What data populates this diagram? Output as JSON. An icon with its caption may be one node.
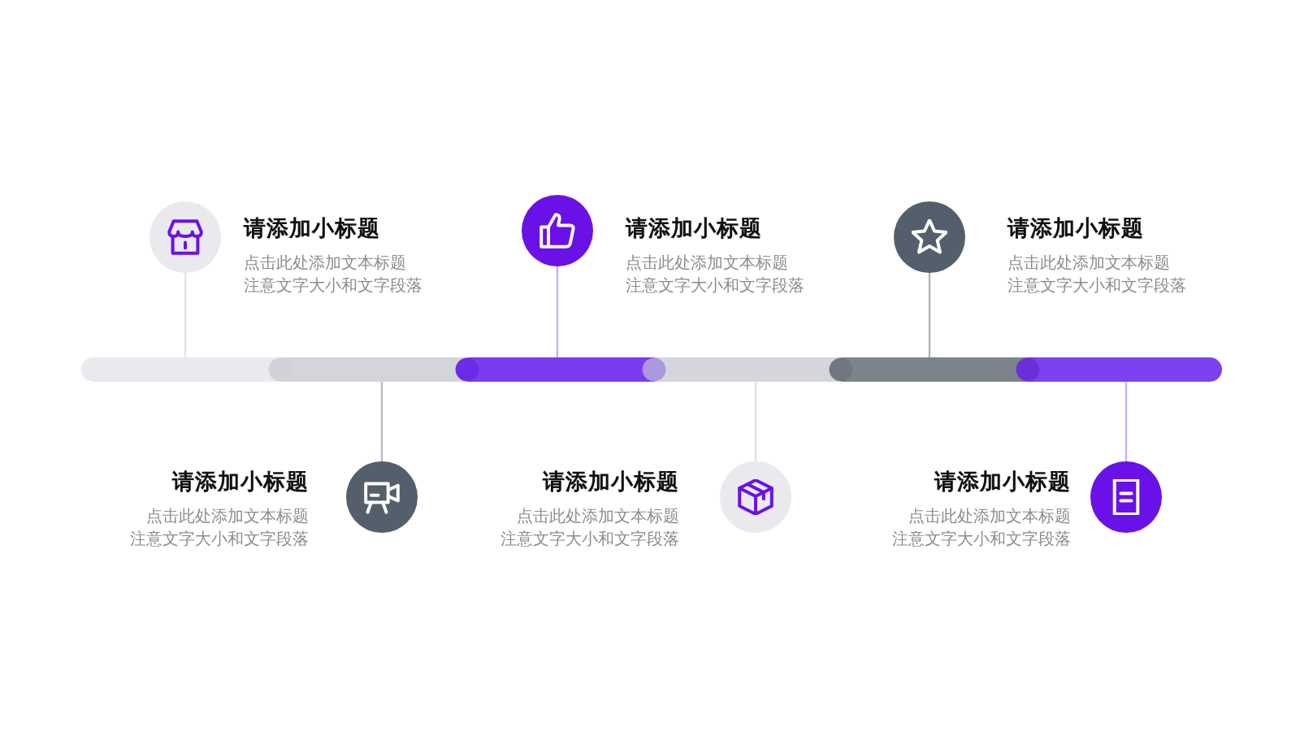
{
  "diagram": {
    "nodes": [
      {
        "text": [],
        "shape": "circle",
        "beside": [
          "请添加小标题",
          "点击此处添加文本标题",
          "注意文字大小和文字段落"
        ]
      },
      {
        "text": [],
        "shape": "circle",
        "beside": [
          "请添加小标题",
          "点击此处添加文本标题",
          "注意文字大小和文字段落"
        ]
      },
      {
        "text": [],
        "shape": "circle",
        "beside": [
          "请添加小标题",
          "点击此处添加文本标题",
          "注意文字大小和文字段落"
        ]
      },
      {
        "text": [],
        "shape": "bar"
      },
      {
        "text": [],
        "shape": "bar"
      },
      {
        "text": [],
        "shape": "bar"
      },
      {
        "text": [],
        "shape": "bar"
      },
      {
        "text": [],
        "shape": "bar"
      },
      {
        "text": [],
        "shape": "bar"
      },
      {
        "text": [],
        "shape": "circle",
        "beside": [
          "请添加小标题",
          "点击此处添加文本标题",
          "注意文字大小和文字段落"
        ]
      },
      {
        "text": [],
        "shape": "circle",
        "beside": [
          "请添加小标题",
          "点击此处添加文本标题",
          "注意文字大小和文字段落"
        ]
      },
      {
        "text": [],
        "shape": "circle",
        "beside": [
          "请添加小标题",
          "点击此处添加文本标题",
          "注意文字大小和文字段落"
        ]
      }
    ],
    "edges": [
      {
        "from": 0,
        "to": 3,
        "arrow": "none",
        "color": "#e2e2e7"
      },
      {
        "from": 1,
        "to": 5,
        "arrow": "none",
        "color": "#c7b0f0"
      },
      {
        "from": 2,
        "to": 7,
        "arrow": "none",
        "color": "#aeb2b8"
      },
      {
        "from": 9,
        "to": 4,
        "arrow": "none",
        "color": "#b9bcc2"
      },
      {
        "from": 10,
        "to": 6,
        "arrow": "none",
        "color": "#e2e2e7"
      },
      {
        "from": 11,
        "to": 8,
        "arrow": "none",
        "color": "#c7b0f0"
      }
    ]
  }
}
